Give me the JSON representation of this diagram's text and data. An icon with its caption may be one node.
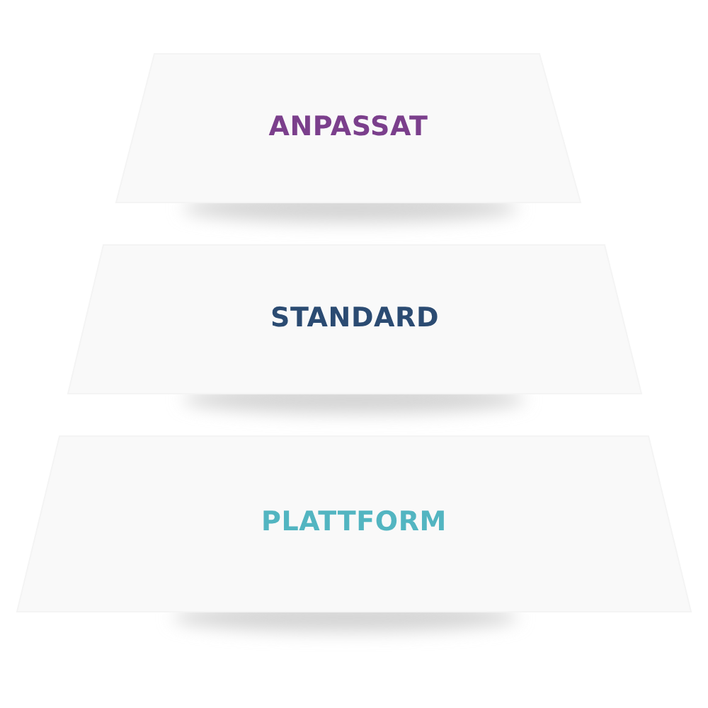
{
  "diagram": {
    "nodes": [
      {
        "text": [
          "ANPASSAT"
        ]
      },
      {
        "text": [
          "STANDARD"
        ]
      },
      {
        "text": [
          "PLATTFORM"
        ]
      }
    ]
  }
}
